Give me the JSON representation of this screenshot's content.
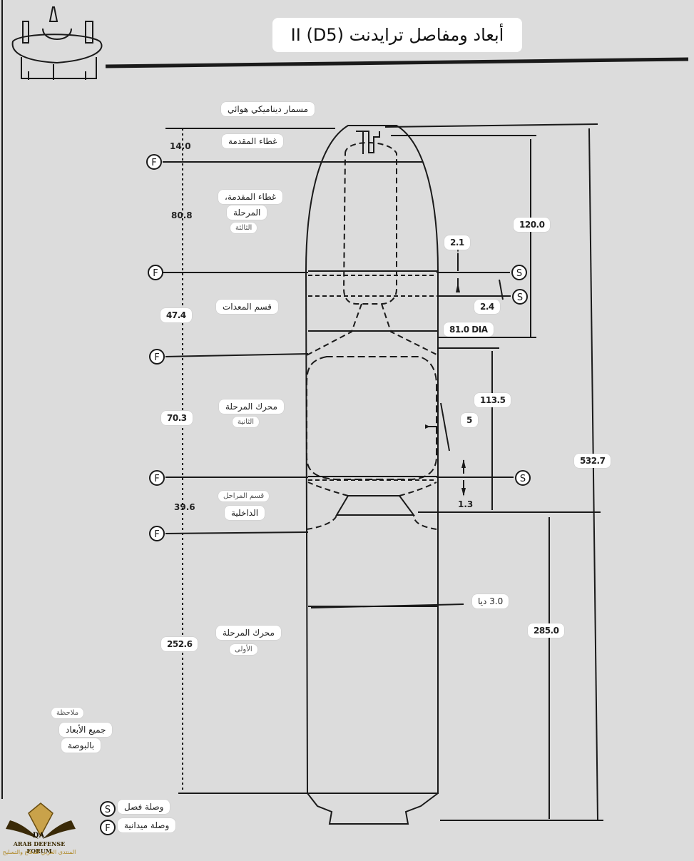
{
  "title": "أبعاد ومفاصل ترايدنت (D5) II",
  "labels": {
    "aero_spike": "مسمار ديناميكي هوائي",
    "nose_fairing": "غطاء المقدمة",
    "nose_third_1": "غطاء المقدمة،",
    "nose_third_2": "المرحلة",
    "nose_third_3": "الثالثة",
    "equipment": "قسم المعدات",
    "second_motor_1": "محرك المرحلة",
    "second_motor_2": "الثانية",
    "interstage_1": "قسم المراحل",
    "interstage_2": "الداخلية",
    "first_motor_1": "محرك المرحلة",
    "first_motor_2": "الأولى"
  },
  "dimensions": {
    "d_14": "14.0",
    "d_80": "80.8",
    "d_47": "47.4",
    "d_70": "70.3",
    "d_39": "39.6",
    "d_252": "252.6",
    "d_120": "120.0",
    "d_2_1": "2.1",
    "d_2_4": "2.4",
    "d_81": "81.0 DIA",
    "d_113": "113.5",
    "d_5": "5",
    "d_1_3": "1.3",
    "d_3_0": "3.0 ديا",
    "d_532": "532.7",
    "d_285": "285.0"
  },
  "note": {
    "heading": "ملاحظة",
    "line1": "جميع الأبعاد",
    "line2": "بالبوصة"
  },
  "legend": {
    "s_symbol": "S",
    "f_symbol": "F",
    "s_label": "وصلة فصل",
    "f_label": "وصلة ميدانية"
  },
  "joint_symbols": {
    "F": "F",
    "S": "S"
  },
  "watermark": {
    "name_en": "ARAB DEFENSE FORUM",
    "name_ar": "المنتدى العربي للدفاع والتسليح",
    "mark": "DA"
  }
}
